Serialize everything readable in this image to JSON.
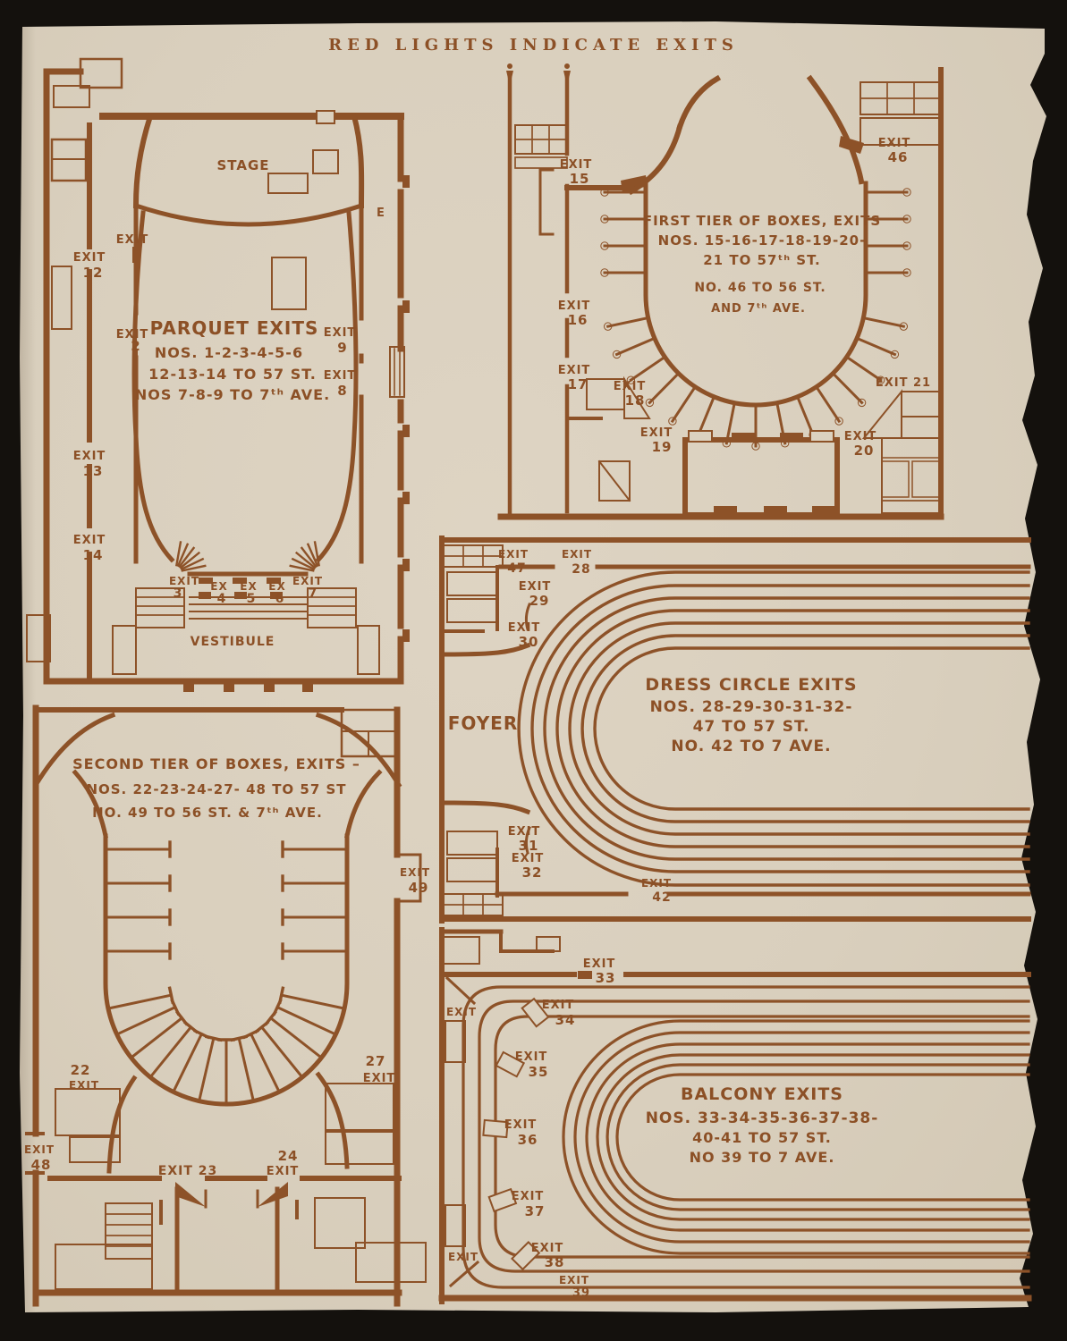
{
  "page": {
    "title": "RED LIGHTS INDICATE EXITS"
  },
  "colors": {
    "ink": "#8d5228",
    "paper": "#d9cfbd",
    "backdrop": "#14110d"
  },
  "parquet": {
    "stage": "STAGE",
    "vestibule": "VESTIBULE",
    "elevator_mark": "E",
    "note": {
      "heading": "PARQUET EXITS",
      "line1": "NOS. 1-2-3-4-5-6",
      "line2": "12-13-14 TO 57 ST.",
      "line3": "NOS 7-8-9 TO 7ᵗʰ AVE."
    },
    "exits": {
      "stage_left": {
        "w": "EXIT"
      },
      "e12": {
        "w": "EXIT",
        "n": "12"
      },
      "e2": {
        "w": "EXIT",
        "n": "2"
      },
      "e13": {
        "w": "EXIT",
        "n": "13"
      },
      "e14": {
        "w": "EXIT",
        "n": "14"
      },
      "e9": {
        "w": "EXIT",
        "n": "9"
      },
      "e8": {
        "w": "EXIT",
        "n": "8"
      },
      "e3": {
        "w": "EXIT",
        "n": "3"
      },
      "e4": {
        "w": "EX",
        "n": "4"
      },
      "e5": {
        "w": "EX",
        "n": "5"
      },
      "e6": {
        "w": "EX",
        "n": "6"
      },
      "e7": {
        "w": "EXIT",
        "n": "7"
      }
    }
  },
  "first_tier": {
    "note": {
      "heading": "FIRST TIER OF BOXES, EXITS",
      "line1": "NOS. 15-16-17-18-19-20-",
      "line2": "21 TO 57ᵗʰ ST.",
      "line3": "NO. 46 TO 56 ST.",
      "line4": "AND 7ᵗʰ AVE."
    },
    "exits": {
      "e15": {
        "w": "EXIT",
        "n": "15"
      },
      "e16": {
        "w": "EXIT",
        "n": "16"
      },
      "e17": {
        "w": "EXIT",
        "n": "17"
      },
      "e18": {
        "w": "EXIT",
        "n": "18"
      },
      "e19": {
        "w": "EXIT",
        "n": "19"
      },
      "e46": {
        "w": "EXIT",
        "n": "46"
      },
      "e21": {
        "single": "EXIT 21"
      },
      "e20": {
        "w": "EXIT",
        "n": "20"
      }
    }
  },
  "dress_circle": {
    "foyer": "FOYER",
    "note": {
      "heading": "DRESS CIRCLE EXITS",
      "line1": "NOS. 28-29-30-31-32-",
      "line2": "47 TO 57 ST.",
      "line3": "NO. 42 TO 7 AVE."
    },
    "exits": {
      "e47": {
        "w": "EXIT",
        "n": "47"
      },
      "e28": {
        "w": "EXIT",
        "n": "28"
      },
      "e29": {
        "w": "EXIT",
        "n": "29"
      },
      "e30": {
        "w": "EXIT",
        "n": "30"
      },
      "e31": {
        "w": "EXIT",
        "n": "31"
      },
      "e32": {
        "w": "EXIT",
        "n": "32"
      },
      "e42": {
        "w": "EXIT",
        "n": "42"
      }
    }
  },
  "second_tier": {
    "note": {
      "heading": "SECOND TIER OF BOXES, EXITS –",
      "line1": "NOS. 22-23-24-27- 48 TO 57 ST",
      "line2": "NO. 49 TO 56 ST. & 7ᵗʰ AVE."
    },
    "exits": {
      "e49": {
        "w": "EXIT",
        "n": "49"
      },
      "e22": {
        "n": "22",
        "w": "EXIT"
      },
      "e27": {
        "n": "27",
        "w": "EXIT"
      },
      "e48": {
        "w": "EXIT",
        "n": "48"
      },
      "e23": {
        "single": "EXIT 23"
      },
      "e24": {
        "n": "24",
        "w": "EXIT"
      }
    }
  },
  "balcony": {
    "note": {
      "heading": "BALCONY EXITS",
      "line1": "NOS. 33-34-35-36-37-38-",
      "line2": "40-41 TO 57 ST.",
      "line3": "NO 39 TO 7 AVE."
    },
    "exits": {
      "e33": {
        "w": "EXIT",
        "n": "33"
      },
      "e34": {
        "w": "EXIT",
        "n": "34"
      },
      "e35": {
        "w": "EXIT",
        "n": "35"
      },
      "e36": {
        "w": "EXIT",
        "n": "36"
      },
      "e37": {
        "w": "EXIT",
        "n": "37"
      },
      "e38": {
        "w": "EXIT",
        "n": "38"
      },
      "e39": {
        "w": "EXIT",
        "n": "39"
      },
      "left_top": "EXIT",
      "left_bottom": "EXIT"
    }
  }
}
